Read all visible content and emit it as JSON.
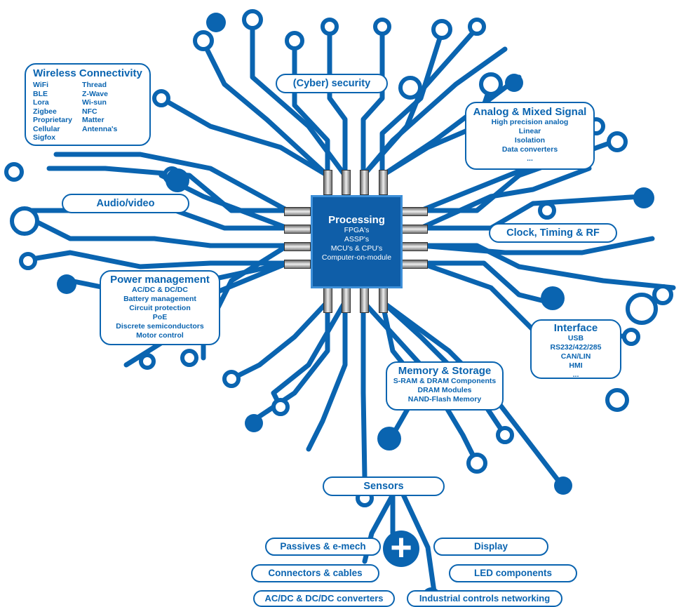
{
  "colors": {
    "trace": "#0a64b0",
    "chip": "#0f5ea8",
    "background": "#ffffff"
  },
  "processor": {
    "title": "Processing",
    "items": [
      "FPGA's",
      "ASSP's",
      "MCU's & CPU's",
      "Computer-on-module"
    ]
  },
  "wireless": {
    "title": "Wireless Connectivity",
    "col1": [
      "WiFi",
      "BLE",
      "Lora",
      "Zigbee",
      "Proprietary",
      "Cellular",
      "Sigfox"
    ],
    "col2": [
      "Thread",
      "Z-Wave",
      "Wi-sun",
      "NFC",
      "Matter",
      "Antenna's"
    ]
  },
  "security": {
    "title": "(Cyber) security"
  },
  "analog": {
    "title": "Analog & Mixed Signal",
    "items": [
      "High precision analog",
      "Linear",
      "Isolation",
      "Data converters",
      "..."
    ]
  },
  "audio": {
    "title": "Audio/video"
  },
  "clock": {
    "title": "Clock, Timing & RF"
  },
  "power": {
    "title": "Power management",
    "items": [
      "AC/DC & DC/DC",
      "Battery management",
      "Circuit protection",
      "PoE",
      "Discrete semiconductors",
      "Motor control"
    ]
  },
  "interface": {
    "title": "Interface",
    "items": [
      "USB",
      "RS232/422/285",
      "CAN/LIN",
      "HMI",
      "..."
    ]
  },
  "memory": {
    "title": "Memory & Storage",
    "items": [
      "S-RAM & DRAM Components",
      "DRAM Modules",
      "NAND-Flash Memory"
    ]
  },
  "sensors": {
    "title": "Sensors"
  },
  "extras": {
    "plus": "+",
    "passives": "Passives & e-mech",
    "connectors": "Connectors & cables",
    "acdc": "AC/DC  & DC/DC converters",
    "display": "Display",
    "led": "LED components",
    "industrial": "Industrial controls networking"
  }
}
